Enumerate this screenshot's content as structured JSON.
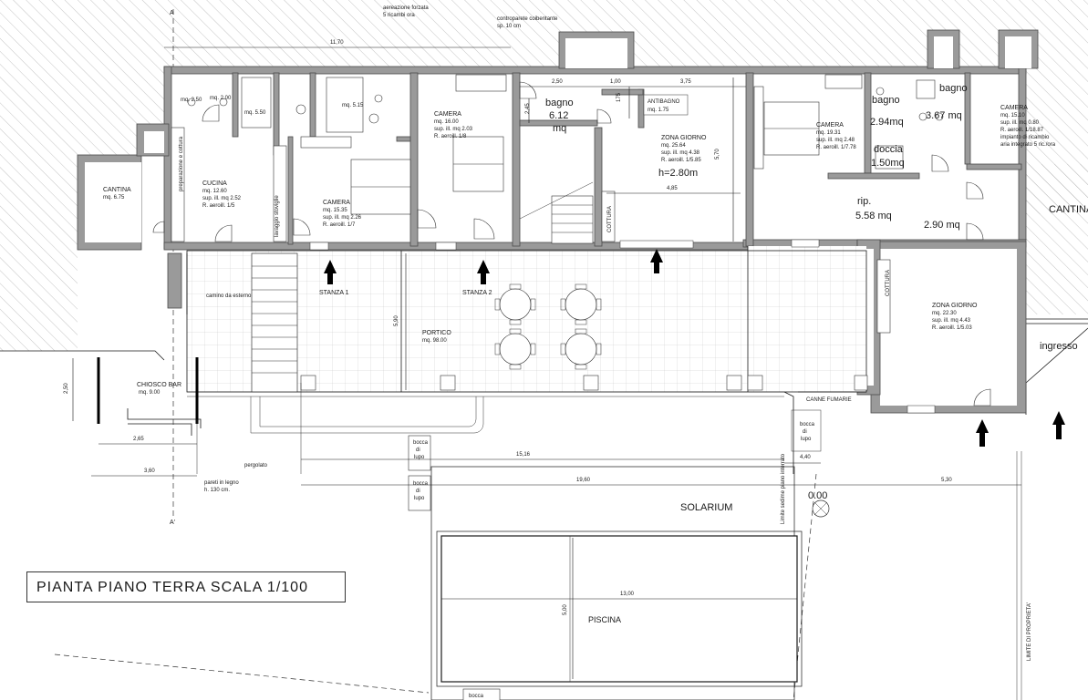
{
  "title": "PIANTA PIANO TERRA SCALA 1/100",
  "notes": {
    "aerazione_1": "aereazione forzata",
    "aerazione_2": "5 ricambi ora",
    "controparete_1": "controparete coibentante",
    "controparete_2": "sp. 10 cm",
    "camino": "camino da esterno",
    "pergolato": "pergolato",
    "pareti_1": "pareti in legno",
    "pareti_2": "h. 130 cm.",
    "canne": "CANNE FUMARIE",
    "limite_sedime": "Limite sedime piano interrato",
    "limite_proprieta": "LIMITE DI PROPRIETA'",
    "ingresso": "ingresso",
    "cantina_right": "CANTINA",
    "solarium": "SOLARIUM",
    "zero": "0.00",
    "section_a_top": "A",
    "section_a_bottom": "A'"
  },
  "rooms": {
    "cantina": {
      "name": "CANTINA",
      "l1": "mq. 6.75"
    },
    "cucina": {
      "name": "CUCINA",
      "l1": "mq. 12.60",
      "l2": "sup. ill. mq 2.52",
      "l3": "R. aeroill. 1/5"
    },
    "preparazione": "preparazione e cottura",
    "lavaggio": "lavaggio stoviglie",
    "mq250": "mq. 2.50",
    "mq200": "mq. 2.00",
    "mq550": "mq. 5.50",
    "mq515": "mq. 5.15",
    "camera1": {
      "name": "CAMERA",
      "l1": "mq. 15.35",
      "l2": "sup. ill. mq 2.26",
      "l3": "R. aeroill. 1/7"
    },
    "camera2": {
      "name": "CAMERA",
      "l1": "mq. 16.00",
      "l2": "sup. ill. mq 2.03",
      "l3": "R. aeroill. 1/8"
    },
    "bagno1": {
      "name": "bagno",
      "l1": "6.12",
      "l2": "mq"
    },
    "antibagno": {
      "name": "ANTIBAGNO",
      "l1": "mq. 1.75"
    },
    "zona_giorno1": {
      "name": "ZONA GIORNO",
      "l1": "mq. 25.64",
      "l2": "sup. ill. mq 4.38",
      "l3": "R. aeroill. 1/5.85",
      "h": "h=2.80m"
    },
    "cottura1": "COTTURA",
    "camera3": {
      "name": "CAMERA",
      "l1": "mq. 19.31",
      "l2": "sup. ill. mq 2.48",
      "l3": "R. aeroill. 1/7.78"
    },
    "bagno2": {
      "name": "bagno",
      "l1": "2.94mq"
    },
    "bagno3": {
      "name": "bagno",
      "l1": "3.67 mq"
    },
    "doccia": {
      "name": "doccia",
      "l1": "1.50mq"
    },
    "rip": {
      "name": "rip.",
      "l1": "5.58 mq"
    },
    "disimpegno": "2.90 mq",
    "camera4": {
      "name": "CAMERA",
      "l1": "mq. 15.10",
      "l2": "sup. ill. mq 0.80",
      "l3": "R. aeroill. 1/18.87",
      "l4": "impianto di ricambio",
      "l5": "aria integrato 5 ric./ora"
    },
    "zona_giorno2": {
      "name": "ZONA GIORNO",
      "l1": "mq. 22.30",
      "l2": "sup. ill. mq 4.43",
      "l3": "R. aeroill. 1/5.03"
    },
    "cottura2": "COTTURA",
    "portico": {
      "name": "PORTICO",
      "l1": "mq. 98.00"
    },
    "stanza1": "STANZA 1",
    "stanza2": "STANZA 2",
    "chiosco": {
      "name": "CHIOSCO BAR",
      "l1": "mq. 9.00"
    },
    "bocca": [
      "bocca",
      "di",
      "lupo"
    ],
    "piscina": "PISCINA"
  },
  "dimensions": {
    "d1170": "11,70",
    "d250a": "2,50",
    "d100": "1,00",
    "d375": "3,75",
    "d245": "2,45",
    "d175": "175",
    "d570": "5,70",
    "d485": "4,85",
    "d590": "5,90",
    "d250b": "2,50",
    "d265": "2,65",
    "d360": "3,60",
    "d1516": "15,16",
    "d440": "4,40",
    "d1960": "19,60",
    "d530": "5,30",
    "d1300": "13,00",
    "d500": "5,00"
  }
}
